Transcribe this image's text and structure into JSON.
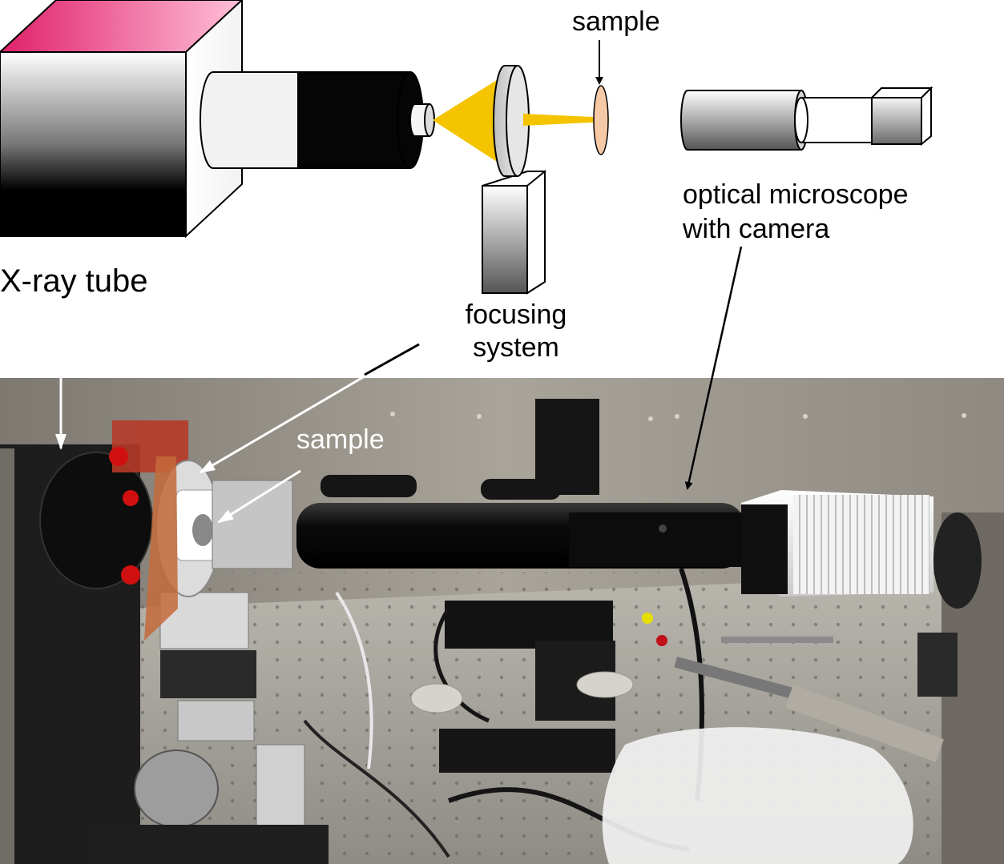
{
  "diagram": {
    "labels": {
      "sample_top": "sample",
      "optical_microscope_line1": "optical microscope",
      "optical_microscope_line2": "with camera",
      "xray_tube": "X-ray tube",
      "focusing_line1": "focusing",
      "focusing_line2": "system",
      "sample_photo": "sample"
    },
    "colors": {
      "beam": "#f5c400",
      "sample_fill": "#f6c9a6",
      "tube_top": "#e0206a",
      "photo_bg": "#8c8a82",
      "white_arrow": "#ffffff",
      "black_arrow": "#000000"
    }
  }
}
